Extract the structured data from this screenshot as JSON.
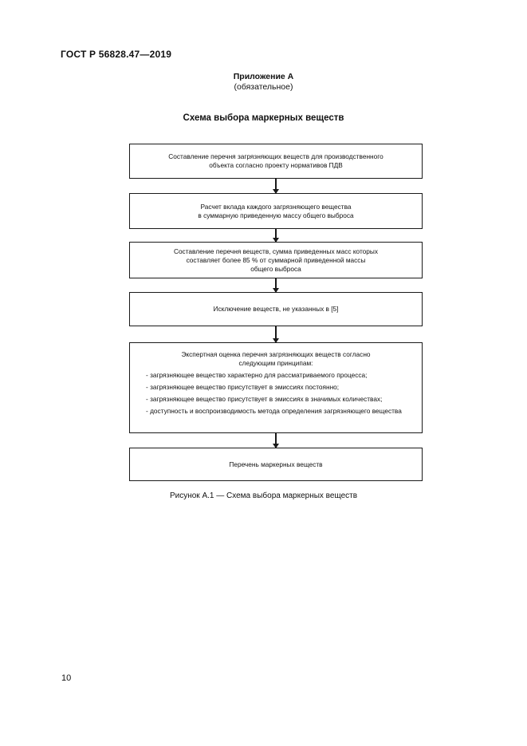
{
  "header": {
    "doc_id": "ГОСТ Р 56828.47—2019"
  },
  "appendix": {
    "title": "Приложение А",
    "status": "(обязательное)"
  },
  "scheme_title": "Схема выбора маркерных веществ",
  "flowchart": {
    "box1": [
      "Составление перечня загрязняющих веществ для производственного",
      "объекта согласно проекту нормативов ПДВ"
    ],
    "box2": [
      "Расчет вклада каждого загрязняющего вещества",
      "в суммарную приведенную массу общего выброса"
    ],
    "box3": [
      "Составление перечня веществ, сумма приведенных масс которых",
      "составляет более 85 % от суммарной приведенной массы",
      "общего выброса"
    ],
    "box4": [
      "Исключение веществ, не указанных в [5]"
    ],
    "box5": {
      "intro": [
        "Экспертная оценка перечня загрязняющих веществ согласно",
        "следующим принципам:"
      ],
      "items": [
        "- загрязняющее вещество характерно для рассматриваемого процесса;",
        "- загрязняющее вещество присутствует в эмиссиях постоянно;",
        "- загрязняющее вещество присутствует в эмиссиях в значимых количествах;",
        "- доступность и воспроизводимость метода определения загрязняющего вещества"
      ]
    },
    "box6": [
      "Перечень маркерных веществ"
    ]
  },
  "caption": "Рисунок А.1 — Схема выбора маркерных веществ",
  "page_number": "10"
}
